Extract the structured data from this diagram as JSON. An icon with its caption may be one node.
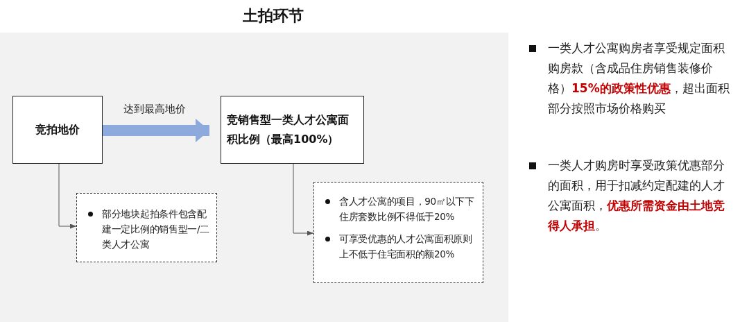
{
  "diagram": {
    "title": "土拍环节",
    "nodes": [
      {
        "text": [
          "竞拍地价"
        ]
      },
      {
        "text": [
          "竞销售型一类人才公寓面积比例（最高100%）"
        ]
      },
      {
        "text": [
          "部分地块起拍条件包含配建一定比例的销售型一/二类人才公寓"
        ]
      },
      {
        "text": [
          "含人才公寓的项目，90㎡以下下住房套数比例不得低于20%",
          "可享受优惠的人才公寓面积原则上不低于住宅面积的额20%"
        ]
      }
    ],
    "edges": [
      {
        "from": 0,
        "to": 1,
        "arrow": "to",
        "label": "达到最高地价",
        "style": "thick",
        "color": "#8eaadc"
      },
      {
        "from": 0,
        "to": 2,
        "arrow": "to"
      },
      {
        "from": 1,
        "to": 3,
        "arrow": "to"
      }
    ],
    "labels": [
      "一类人才公寓购房者享受规定面积购房款（含成品住房销售装修价格）**15%的政策性优惠**，超出面积部分按照市场价格购买",
      "一类人才购房时享受政策优惠部分的面积，用于扣减约定配建的人才公寓面积，**优惠所需资金由土地竞得人承担**。"
    ]
  }
}
